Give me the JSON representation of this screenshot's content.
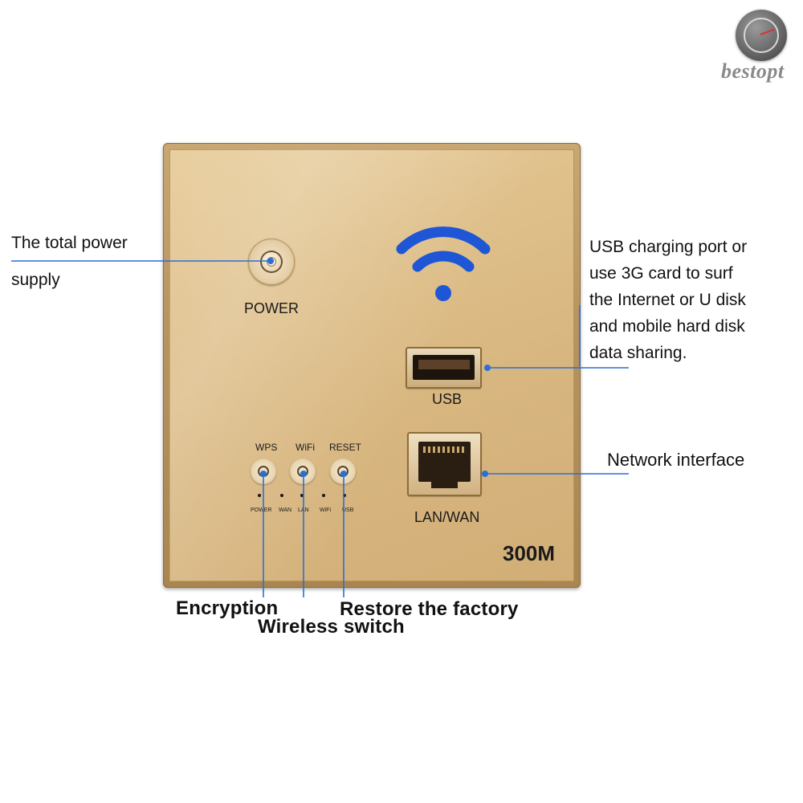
{
  "watermark": {
    "text": "bestopt"
  },
  "panel": {
    "power_label": "POWER",
    "usb_label": "USB",
    "lan_label": "LAN/WAN",
    "speed_label": "300M",
    "buttons": [
      {
        "label": "WPS"
      },
      {
        "label": "WiFi"
      },
      {
        "label": "RESET"
      }
    ],
    "indicators": [
      "POWER",
      "WAN",
      "LAN",
      "WiFi",
      "USB"
    ],
    "wifi_icon_color": "#1e56d6"
  },
  "annotations": {
    "power_line1": "The total power",
    "power_line2": "supply",
    "usb_line1": "USB charging port or",
    "usb_line2": "use 3G card to surf",
    "usb_line3": "the Internet or U disk",
    "usb_line4": "and mobile hard disk",
    "usb_line5": "data sharing.",
    "network": "Network interface",
    "encryption": "Encryption",
    "wireless": "Wireless switch",
    "restore": "Restore the factory"
  },
  "colors": {
    "leader_line": "#2a6fd6",
    "panel_gold": "#dbbb85"
  }
}
